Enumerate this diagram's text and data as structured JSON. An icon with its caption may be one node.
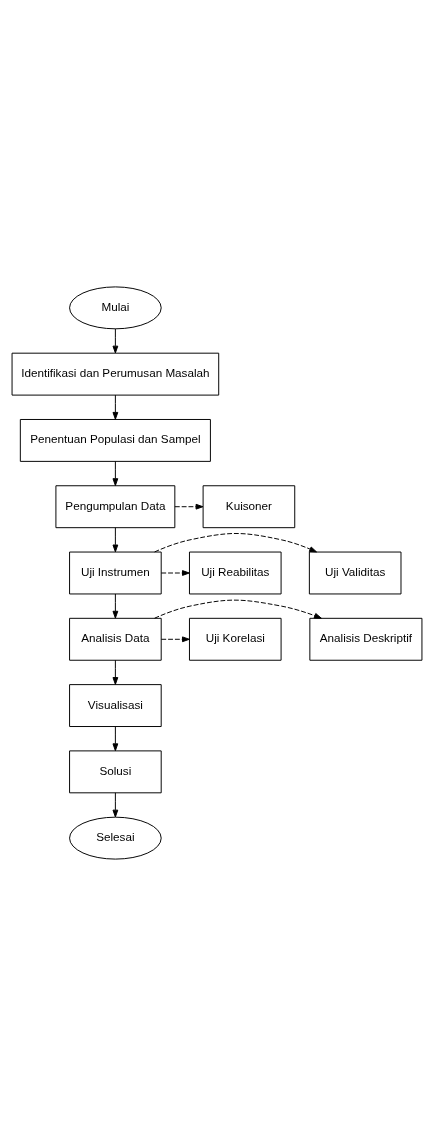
{
  "diagram": {
    "nodes": [
      {
        "text": [
          "Mulai"
        ]
      },
      {
        "text": [
          "Identifikasi dan Perumusan Masalah"
        ]
      },
      {
        "text": [
          "Penentuan Populasi dan Sampel"
        ]
      },
      {
        "text": [
          "Pengumpulan Data"
        ]
      },
      {
        "text": [
          "Kuisoner"
        ]
      },
      {
        "text": [
          "Uji Instrumen"
        ]
      },
      {
        "text": [
          "Uji Validitas"
        ]
      },
      {
        "text": [
          "Uji Reabilitas"
        ]
      },
      {
        "text": [
          "Analisis Data"
        ]
      },
      {
        "text": [
          "Analisis Deskriptif"
        ]
      },
      {
        "text": [
          "Uji Korelasi"
        ]
      },
      {
        "text": [
          "Visualisasi"
        ]
      },
      {
        "text": [
          "Solusi"
        ]
      },
      {
        "text": [
          "Selesai"
        ]
      }
    ],
    "edges": [
      {
        "from": 0,
        "to": 1,
        "arrow": "to"
      },
      {
        "from": 1,
        "to": 2,
        "arrow": "to"
      },
      {
        "from": 2,
        "to": 3,
        "arrow": "to"
      },
      {
        "from": 3,
        "to": 4,
        "arrow": "to",
        "style": "dashed"
      },
      {
        "from": 3,
        "to": 5,
        "arrow": "to"
      },
      {
        "from": 5,
        "to": 6,
        "arrow": "to",
        "style": "dashed"
      },
      {
        "from": 5,
        "to": 7,
        "arrow": "to",
        "style": "dashed"
      },
      {
        "from": 5,
        "to": 8,
        "arrow": "to"
      },
      {
        "from": 8,
        "to": 9,
        "arrow": "to",
        "style": "dashed"
      },
      {
        "from": 8,
        "to": 10,
        "arrow": "to",
        "style": "dashed"
      },
      {
        "from": 8,
        "to": 11,
        "arrow": "to"
      },
      {
        "from": 11,
        "to": 12,
        "arrow": "to"
      },
      {
        "from": 12,
        "to": 13,
        "arrow": "to"
      }
    ]
  }
}
